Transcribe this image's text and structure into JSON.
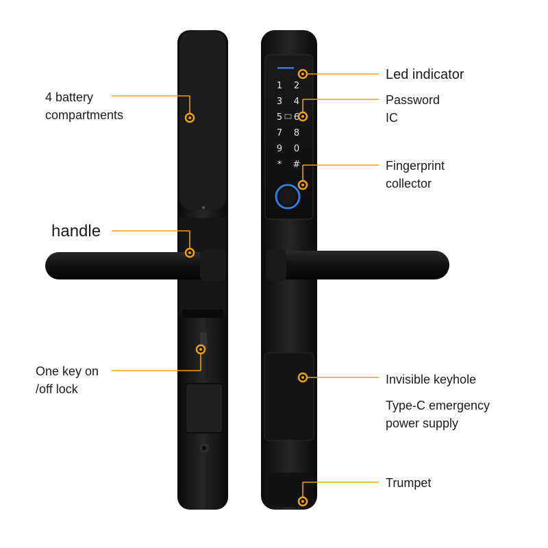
{
  "accent_color": "#f2a20b",
  "labels": {
    "battery": "4 battery\ncompartments",
    "handle": "handle",
    "one_key": "One key on\n/off lock",
    "led": "Led indicator",
    "password": "Password\nIC",
    "fingerprint": "Fingerprint\ncollector",
    "keyhole": "Invisible keyhole",
    "typec": "Type-C emergency\npower supply",
    "trumpet": "Trumpet"
  },
  "keypad": {
    "keys": [
      "1",
      "2",
      "3",
      "4",
      "5",
      "6",
      "7",
      "8",
      "9",
      "0",
      "*",
      "#"
    ]
  }
}
